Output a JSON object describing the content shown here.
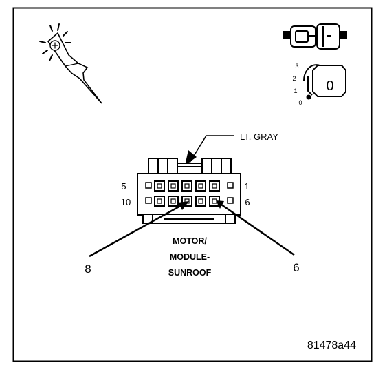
{
  "diagram": {
    "wire_color_label": "LT. GRAY",
    "pin_labels": {
      "top_left": "5",
      "top_right": "1",
      "bottom_left": "10",
      "bottom_right": "6"
    },
    "callouts": {
      "left": "8",
      "right": "6"
    },
    "component_name": {
      "line1": "MOTOR/",
      "line2": "MODULE-",
      "line3": "SUNROOF"
    },
    "key_switch": {
      "positions": [
        "3",
        "2",
        "1",
        "0"
      ],
      "key_label": "0"
    },
    "figure_id": "81478a44"
  },
  "icons": [
    "test-probe-icon",
    "connector-icon",
    "ignition-key-icon"
  ],
  "colors": {
    "line": "#000000",
    "background": "#ffffff"
  }
}
